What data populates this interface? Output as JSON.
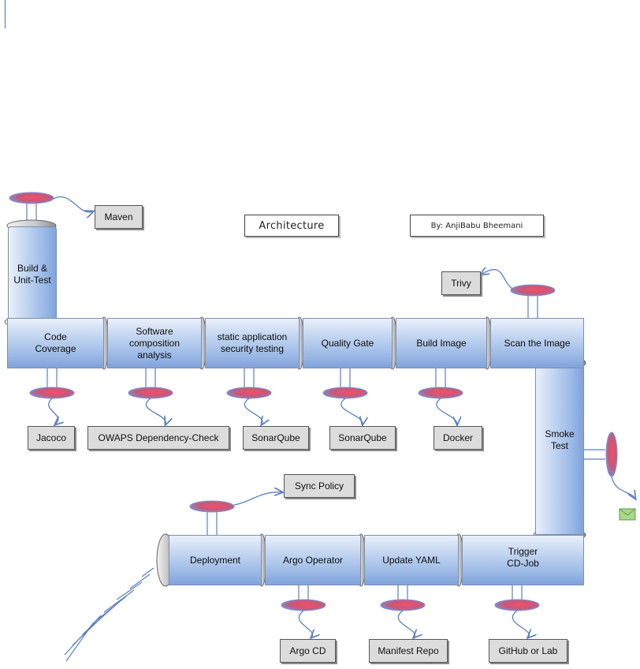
{
  "header": {
    "title": "Architecture",
    "author": "By: AnjiBabu Bheemani"
  },
  "stages": {
    "build_unit_test": "Build &\nUnit-Test",
    "code_coverage": "Code\nCoverage",
    "software_composition": "Software\ncomposition\nanalysis",
    "sast": "static application\nsecurity testing",
    "quality_gate": "Quality Gate",
    "build_image": "Build Image",
    "scan_image": "Scan the Image",
    "smoke_test": "Smoke\nTest",
    "trigger_cd": "Trigger\nCD-Job",
    "update_yaml": "Update YAML",
    "argo_operator": "Argo Operator",
    "deployment": "Deployment"
  },
  "tools": {
    "maven": "Maven",
    "trivy": "Trivy",
    "jacoco": "Jacoco",
    "owasp": "OWAPS Dependency-Check",
    "sonarqube_1": "SonarQube",
    "sonarqube_2": "SonarQube",
    "docker": "Docker",
    "sync_policy": "Sync Policy",
    "argo_cd": "Argo CD",
    "manifest_repo": "Manifest Repo",
    "github_lab": "GitHub or Lab"
  },
  "colors": {
    "pipe_light": "#e9f0fb",
    "pipe_dark": "#7fa3da",
    "valve_red": "#e0566b",
    "valve_blue": "#7b8fd6",
    "arrow": "#5a7fc4",
    "tool_box": "#dcdcdc",
    "mail": "#a8d88a"
  }
}
